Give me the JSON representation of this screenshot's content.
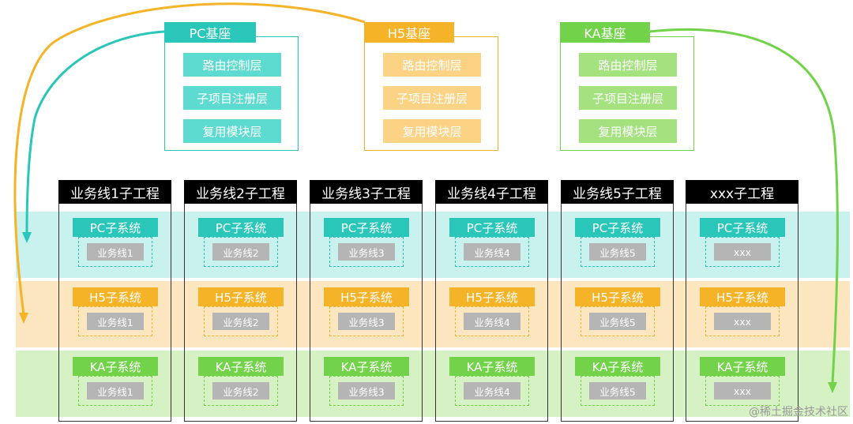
{
  "bases": [
    {
      "label": "PC基座",
      "color": "#2ac6b9",
      "layer_color": "#5edbd1",
      "layers": [
        "路由控制层",
        "子项目注册层",
        "复用模块层"
      ]
    },
    {
      "label": "H5基座",
      "color": "#f5b327",
      "layer_color": "#fcd384",
      "layers": [
        "路由控制层",
        "子项目注册层",
        "复用模块层"
      ]
    },
    {
      "label": "KA基座",
      "color": "#72d24a",
      "layer_color": "#a3e27e",
      "layers": [
        "路由控制层",
        "子项目注册层",
        "复用模块层"
      ]
    }
  ],
  "band_colors": [
    "#c9f1ee",
    "#fbe6c0",
    "#d6f1c4"
  ],
  "subsystems": [
    {
      "label": "PC子系统",
      "color": "#2ac6b9"
    },
    {
      "label": "H5子系统",
      "color": "#f5b327"
    },
    {
      "label": "KA子系统",
      "color": "#72d24a"
    }
  ],
  "columns": [
    {
      "title": "业务线1子工程",
      "items": [
        "业务线1",
        "业务线1",
        "业务线1"
      ]
    },
    {
      "title": "业务线2子工程",
      "items": [
        "业务线2",
        "业务线2",
        "业务线2"
      ]
    },
    {
      "title": "业务线3子工程",
      "items": [
        "业务线3",
        "业务线3",
        "业务线3"
      ]
    },
    {
      "title": "业务线4子工程",
      "items": [
        "业务线4",
        "业务线4",
        "业务线4"
      ]
    },
    {
      "title": "业务线5子工程",
      "items": [
        "业务线5",
        "业务线5",
        "业务线5"
      ]
    },
    {
      "title": "xxx子工程",
      "items": [
        "xxx",
        "xxx",
        "xxx"
      ]
    }
  ],
  "watermark": "@稀土掘金技术社区"
}
